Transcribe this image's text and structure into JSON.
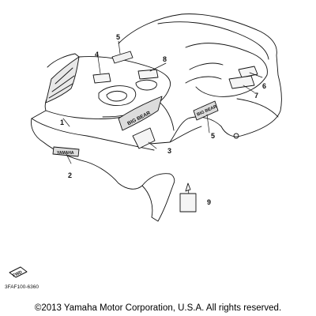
{
  "diagram": {
    "part_numbers": [
      "1",
      "2",
      "3",
      "4",
      "5",
      "5",
      "6",
      "7",
      "8",
      "9"
    ],
    "drawing_code": "3FAF100-6360",
    "fwd_marker": "FWD",
    "decal_text": {
      "model_decal_left": "BIG BEAR",
      "model_decal_right": "BIG BEAR",
      "brand_decal": "YAMAHA"
    }
  },
  "footer": {
    "copyright": "©2013 Yamaha Motor Corporation, U.S.A. All rights reserved."
  }
}
